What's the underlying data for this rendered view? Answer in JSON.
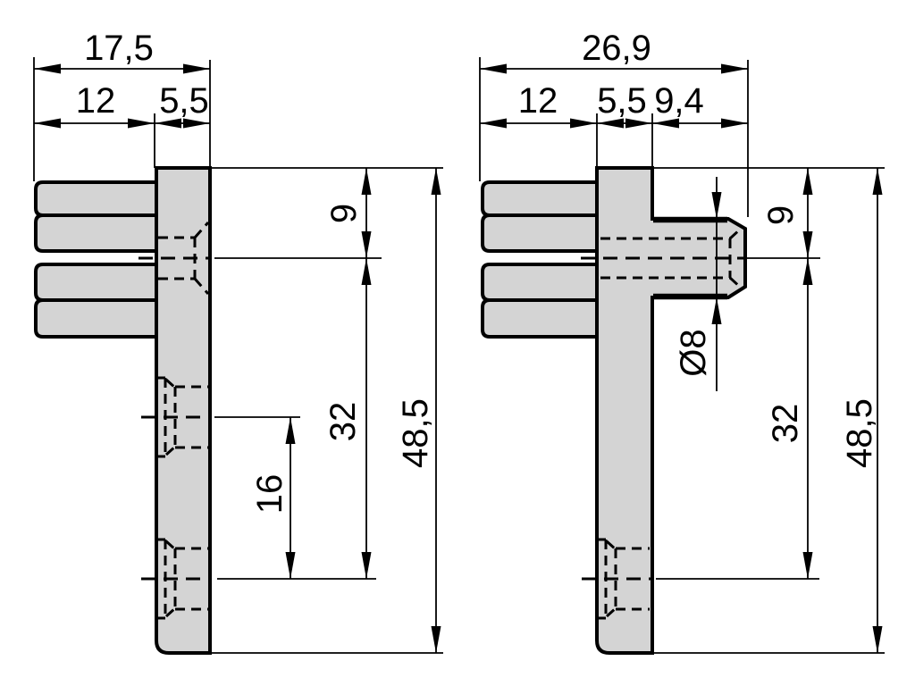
{
  "colors": {
    "background": "#ffffff",
    "part_fill": "#d4d4d4",
    "line": "#000000"
  },
  "views": {
    "left": {
      "dims": {
        "total_width": "17,5",
        "dowel_length": "12",
        "plate_thickness": "5,5",
        "top_to_axis": "9",
        "axis_spacing_32": "32",
        "axis_spacing_16": "16",
        "total_height": "48,5"
      }
    },
    "right": {
      "dims": {
        "total_width": "26,9",
        "dowel_length": "12",
        "plate_thickness": "5,5",
        "stud_length": "9,4",
        "top_to_axis": "9",
        "stud_diameter": "Ø8",
        "axis_spacing_32": "32",
        "total_height": "48,5"
      }
    }
  }
}
